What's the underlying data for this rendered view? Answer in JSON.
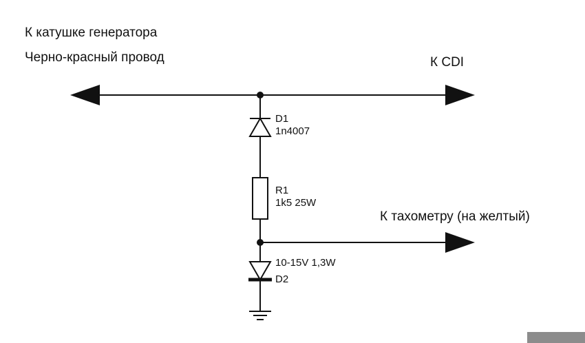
{
  "labels": {
    "generator_line1": "К катушке генератора",
    "generator_line2": "Черно-красный провод",
    "to_cdi": "К CDI",
    "to_tachometer": "К тахометру (на желтый)"
  },
  "components": {
    "d1": {
      "ref": "D1",
      "value": "1n4007"
    },
    "r1": {
      "ref": "R1",
      "value": "1k5 25W"
    },
    "d2": {
      "ref": "D2",
      "value": "10-15V 1,3W"
    }
  },
  "colors": {
    "wire": "#111111",
    "background": "#ffffff",
    "corner_block": "#8c8c8c"
  }
}
